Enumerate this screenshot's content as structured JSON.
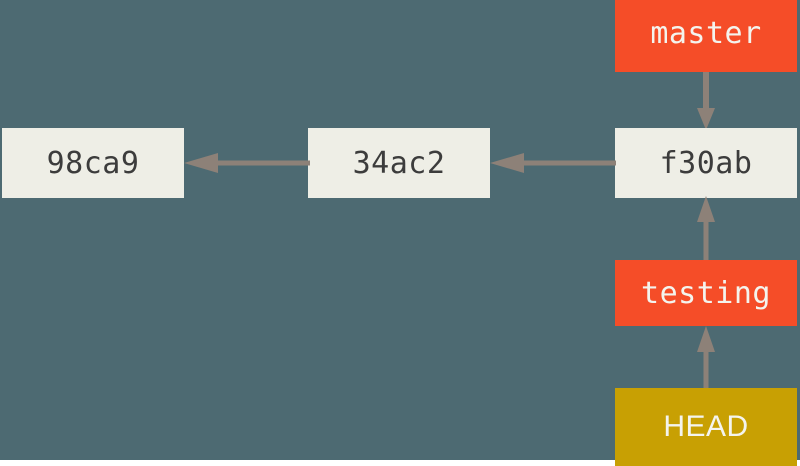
{
  "diagram": {
    "title": "git-branch-pointers",
    "background_color": "#4d6a72",
    "colors": {
      "background": "#4d6a72",
      "commit_box": "#eeeee6",
      "commit_text": "#3c3c3c",
      "branch_box": "#f54d28",
      "branch_text": "#f4f4ee",
      "head_box": "#c8a003",
      "head_text": "#f4f4ee",
      "arrow": "#8d8178"
    },
    "nodes": [
      {
        "id": "master",
        "label": "master",
        "type": "branch"
      },
      {
        "id": "f30ab",
        "label": "f30ab",
        "type": "commit"
      },
      {
        "id": "34ac2",
        "label": "34ac2",
        "type": "commit"
      },
      {
        "id": "98ca9",
        "label": "98ca9",
        "type": "commit"
      },
      {
        "id": "testing",
        "label": "testing",
        "type": "branch"
      },
      {
        "id": "head",
        "label": "HEAD",
        "type": "head"
      }
    ],
    "edges": [
      {
        "from": "master",
        "to": "f30ab",
        "direction": "down"
      },
      {
        "from": "testing",
        "to": "f30ab",
        "direction": "up"
      },
      {
        "from": "head",
        "to": "testing",
        "direction": "up"
      },
      {
        "from": "f30ab",
        "to": "34ac2",
        "direction": "left"
      },
      {
        "from": "34ac2",
        "to": "98ca9",
        "direction": "left"
      }
    ]
  }
}
